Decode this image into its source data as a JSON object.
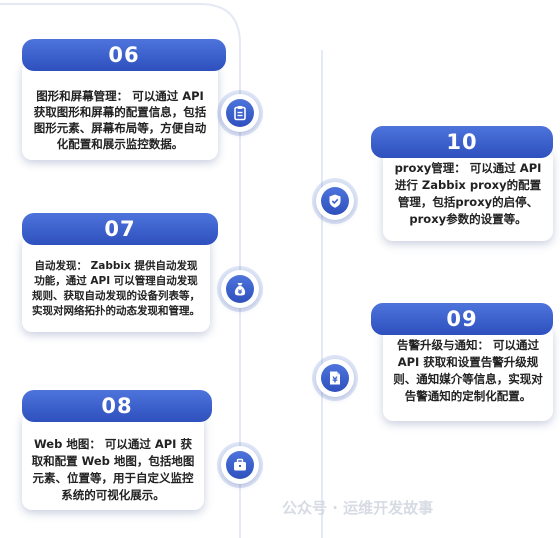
{
  "cards": [
    {
      "number": "06",
      "text": "图形和屏幕管理： 可以通过 API 获取图形和屏幕的配置信息，包括图形元素、屏幕布局等，方便自动化配置和展示监控数据。",
      "icon": "clipboard-icon"
    },
    {
      "number": "07",
      "text": "自动发现： Zabbix 提供自动发现功能，通过 API 可以管理自动发现规则、获取自动发现的设备列表等，实现对网络拓扑的动态发现和管理。",
      "icon": "money-bag-icon"
    },
    {
      "number": "08",
      "text": "Web 地图： 可以通过 API 获取和配置 Web 地图，包括地图元素、位置等，用于自定义监控系统的可视化展示。",
      "icon": "briefcase-icon"
    },
    {
      "number": "10",
      "text": "proxy管理： 可以通过 API 进行 Zabbix proxy的配置管理，包括proxy的启停、proxy参数的设置等。",
      "icon": "shield-check-icon"
    },
    {
      "number": "09",
      "text": "告警升级与通知： 可以通过 API 获取和设置告警升级规则、通知媒介等信息，实现对告警通知的定制化配置。",
      "icon": "yen-document-icon"
    }
  ],
  "watermark": "公众号 · 运维开发故事",
  "colors": {
    "accent": "#3b5fce",
    "accent_light": "#4e74dc",
    "line": "#e3e8f4",
    "text": "#222222"
  }
}
